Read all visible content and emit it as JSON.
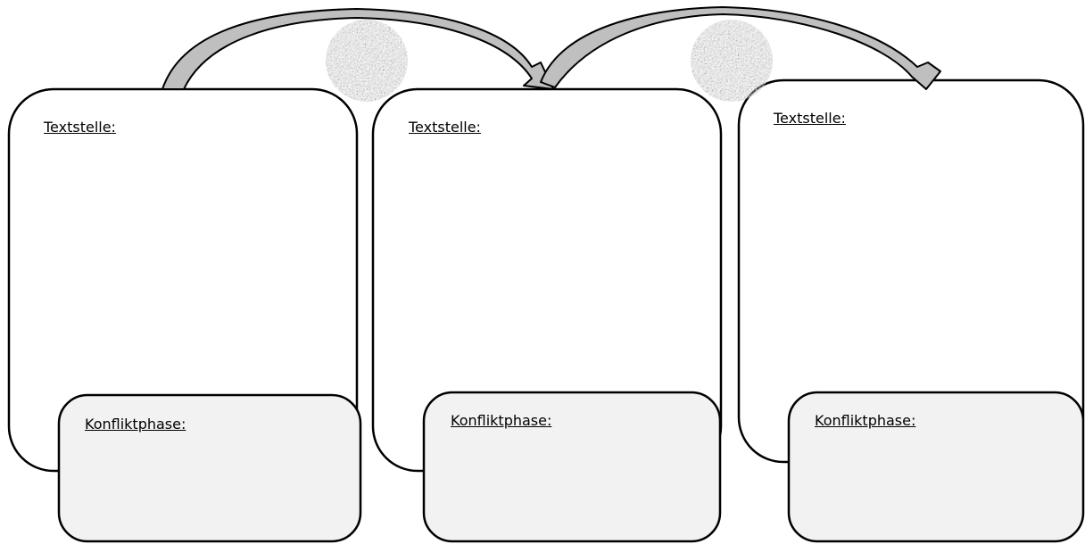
{
  "cards": [
    {
      "text_label": "Textstelle:",
      "phase_label": "Konfliktphase:"
    },
    {
      "text_label": "Textstelle:",
      "phase_label": "Konfliktphase:"
    },
    {
      "text_label": "Textstelle:",
      "phase_label": "Konfliktphase:"
    }
  ],
  "arrows": [
    {
      "from": 1,
      "to": 2
    },
    {
      "from": 2,
      "to": 3
    }
  ],
  "images": [
    {
      "icon": "weed-ball-image"
    },
    {
      "icon": "weed-ball-image"
    }
  ],
  "colors": {
    "arrow_fill": "#bfbfbf",
    "phase_box_fill": "#f2f2f2",
    "stroke": "#000000"
  }
}
